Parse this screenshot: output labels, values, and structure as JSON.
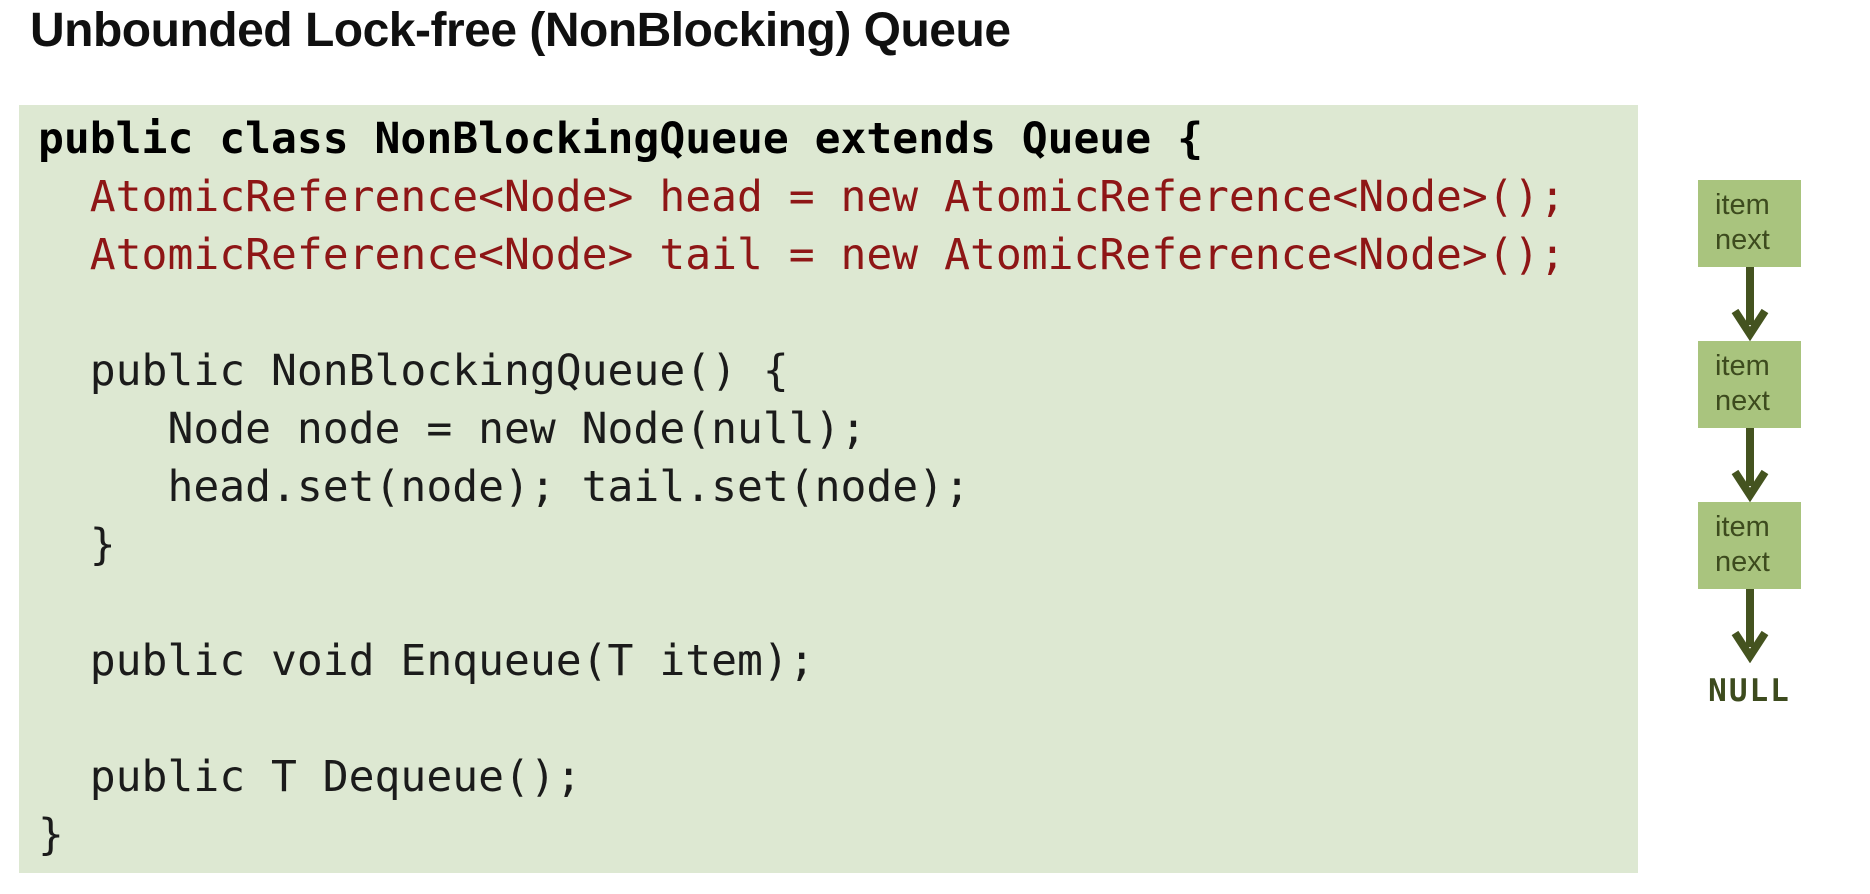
{
  "page": {
    "title": "Unbounded Lock-free (NonBlocking) Queue"
  },
  "colors": {
    "code_background": "#dde8d2",
    "code_text": "#1b1b1b",
    "code_keyword_red": "#8e1616",
    "node_box_green": "#a9c47e",
    "diagram_olive": "#3d4b1e",
    "arrow_olive": "#44531f"
  },
  "code": {
    "lines": [
      {
        "text": "public class NonBlockingQueue extends Queue {"
      },
      {
        "text": "  AtomicReference<Node> head = new AtomicReference<Node>();"
      },
      {
        "text": "  AtomicReference<Node> tail = new AtomicReference<Node>();"
      },
      {
        "text": ""
      },
      {
        "text": "  public NonBlockingQueue() {"
      },
      {
        "text": "     Node node = new Node(null);"
      },
      {
        "text": "     head.set(node); tail.set(node);"
      },
      {
        "text": "  }"
      },
      {
        "text": ""
      },
      {
        "text": "  public void Enqueue(T item);"
      },
      {
        "text": ""
      },
      {
        "text": "  public T Dequeue();"
      },
      {
        "text": "}"
      }
    ]
  },
  "diagram": {
    "nodes": [
      {
        "item": "item",
        "next": "next"
      },
      {
        "item": "item",
        "next": "next"
      },
      {
        "item": "item",
        "next": "next"
      }
    ],
    "null_label": "NULL"
  }
}
